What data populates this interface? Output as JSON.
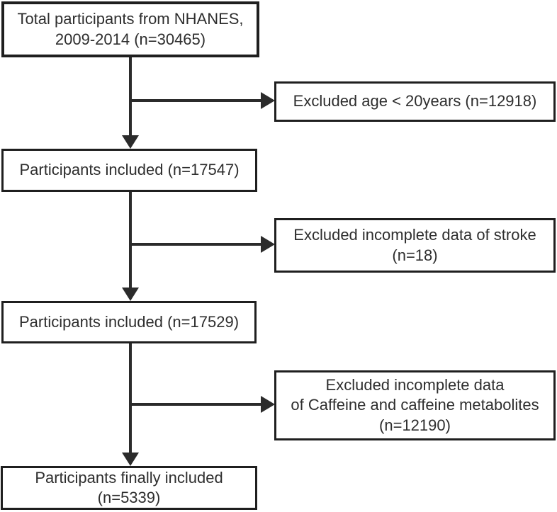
{
  "colors": {
    "background": "#ffffff",
    "box_border": "#1f1f1f",
    "line": "#2b2b2b",
    "text": "#2e2e2e"
  },
  "boxes": {
    "total": {
      "line1": "Total participants from NHANES,",
      "line2": "2009-2014 (n=30465)"
    },
    "excluded_age": {
      "line1": "Excluded age < 20years (n=12918)"
    },
    "included_first": {
      "line1": "Participants included (n=17547)"
    },
    "excluded_stroke": {
      "line1": "Excluded incomplete data of stroke",
      "line2": "(n=18)"
    },
    "included_second": {
      "line1": "Participants included (n=17529)"
    },
    "excluded_caffeine": {
      "line1": "Excluded incomplete data",
      "line2": "of Caffeine and caffeine metabolites",
      "line3": "(n=12190)"
    },
    "final": {
      "line1": "Participants finally included",
      "line2": "(n=5339)"
    }
  }
}
